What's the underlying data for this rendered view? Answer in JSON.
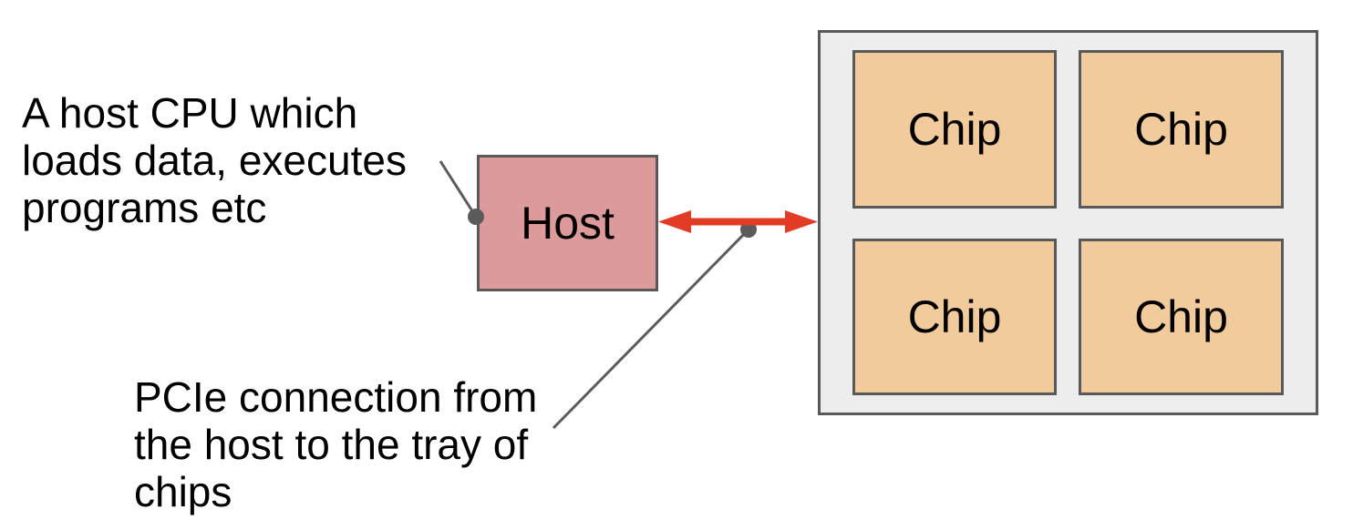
{
  "notes": {
    "host_note": {
      "lines": [
        "A host CPU which",
        "loads data, executes",
        "programs etc"
      ]
    },
    "pcie_note": {
      "lines": [
        "PCIe connection from",
        "the host to the tray of",
        "chips"
      ]
    }
  },
  "host_box": {
    "label": "Host"
  },
  "tray": {
    "chips": [
      {
        "label": "Chip"
      },
      {
        "label": "Chip"
      },
      {
        "label": "Chip"
      },
      {
        "label": "Chip"
      }
    ]
  },
  "connector": {
    "type": "double-arrow",
    "from": "Host",
    "to": "tray of chips"
  },
  "colors": {
    "background": "#ffffff",
    "host_fill": "#dd9a9b",
    "chip_fill": "#f2cb9c",
    "tray_fill": "#ededee",
    "shape_border": "#595959",
    "callout_gray": "#5b5b5b",
    "arrow_red": "#e23b26",
    "text": "#000000"
  }
}
